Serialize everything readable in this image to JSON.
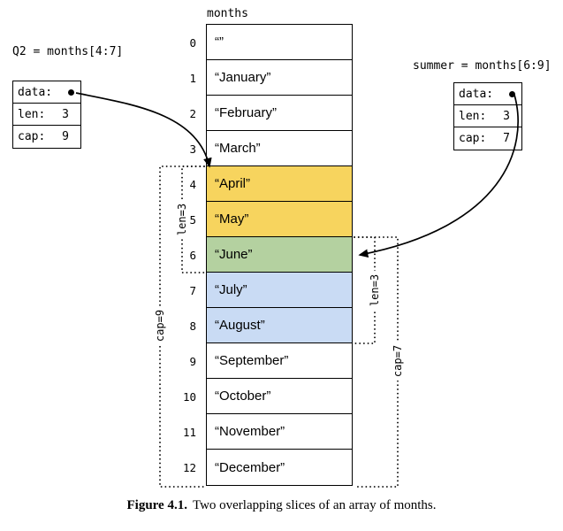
{
  "array": {
    "label": "months",
    "cells": [
      {
        "index": "0",
        "value": "“”",
        "bg": "#FFFFFF"
      },
      {
        "index": "1",
        "value": "“January”",
        "bg": "#FFFFFF"
      },
      {
        "index": "2",
        "value": "“February”",
        "bg": "#FFFFFF"
      },
      {
        "index": "3",
        "value": "“March”",
        "bg": "#FFFFFF"
      },
      {
        "index": "4",
        "value": "“April”",
        "bg": "#F7D45E"
      },
      {
        "index": "5",
        "value": "“May”",
        "bg": "#F7D45E"
      },
      {
        "index": "6",
        "value": "“June”",
        "bg": "#B4D1A0"
      },
      {
        "index": "7",
        "value": "“July”",
        "bg": "#C9DBF4"
      },
      {
        "index": "8",
        "value": "“August”",
        "bg": "#C9DBF4"
      },
      {
        "index": "9",
        "value": "“September”",
        "bg": "#FFFFFF"
      },
      {
        "index": "10",
        "value": "“October”",
        "bg": "#FFFFFF"
      },
      {
        "index": "11",
        "value": "“November”",
        "bg": "#FFFFFF"
      },
      {
        "index": "12",
        "value": "“December”",
        "bg": "#FFFFFF"
      }
    ]
  },
  "q2": {
    "title": "Q2 = months[4:7]",
    "fields": [
      {
        "label": "data:",
        "value": ""
      },
      {
        "label": "len:",
        "value": "3"
      },
      {
        "label": "cap:",
        "value": "9"
      }
    ],
    "len_bracket": "len=3",
    "cap_bracket": "cap=9"
  },
  "summer": {
    "title": "summer = months[6:9]",
    "fields": [
      {
        "label": "data:",
        "value": ""
      },
      {
        "label": "len:",
        "value": "3"
      },
      {
        "label": "cap:",
        "value": "7"
      }
    ],
    "len_bracket": "len=3",
    "cap_bracket": "cap=7"
  },
  "caption": {
    "label": "Figure 4.1.",
    "text": "Two overlapping slices of an array of months."
  },
  "colors": {
    "q2_only": "#F7D45E",
    "overlap": "#B4D1A0",
    "summer_only": "#C9DBF4"
  }
}
